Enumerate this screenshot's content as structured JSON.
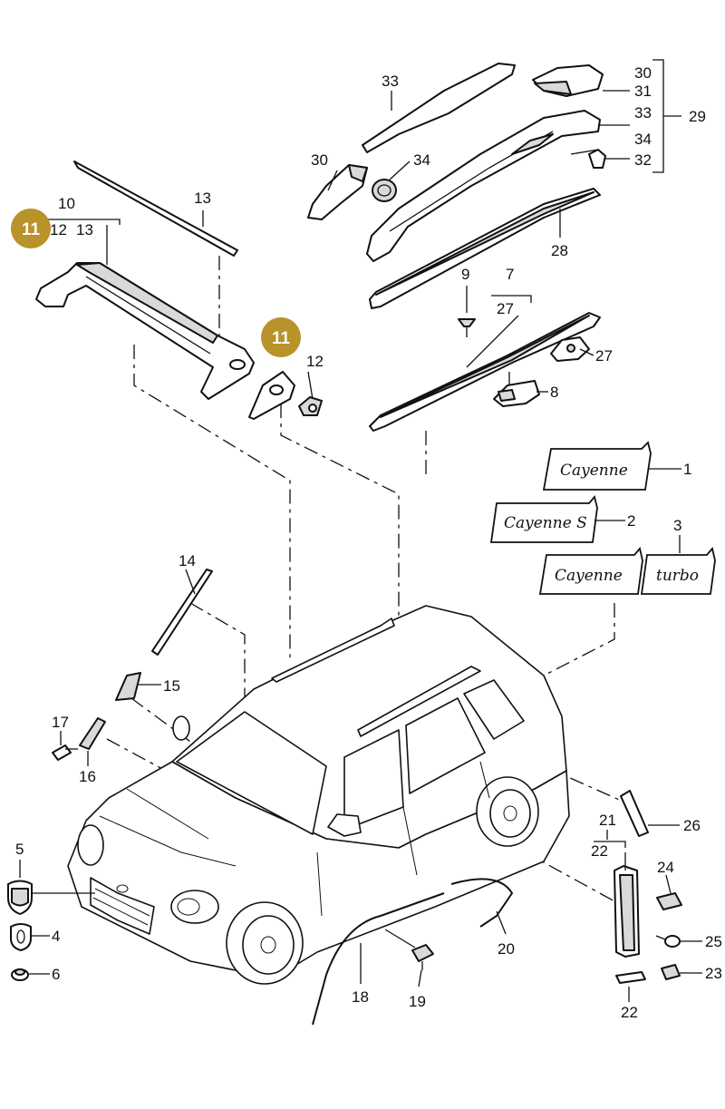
{
  "badges": [
    "11",
    "11"
  ],
  "emblem_scripts": {
    "cayenne": "Cayenne",
    "cayenne_s": "Cayenne S",
    "turbo_prefix": "Cayenne",
    "turbo": "turbo"
  },
  "callouts": {
    "c1": "1",
    "c2": "2",
    "c3": "3",
    "c4": "4",
    "c5": "5",
    "c6": "6",
    "c7": "7",
    "c8": "8",
    "c9": "9",
    "c10": "10",
    "c12a": "12",
    "c12b": "12",
    "c13a": "13",
    "c13b": "13",
    "c14": "14",
    "c15": "15",
    "c16": "16",
    "c17": "17",
    "c18": "18",
    "c19": "19",
    "c20": "20",
    "c21": "21",
    "c22a": "22",
    "c22b": "22",
    "c23": "23",
    "c24": "24",
    "c25": "25",
    "c26": "26",
    "c27a": "27",
    "c27b": "27",
    "c28": "28",
    "c29": "29",
    "c30a": "30",
    "c30b": "30",
    "c31": "31",
    "c32": "32",
    "c33a": "33",
    "c33b": "33",
    "c34a": "34",
    "c34b": "34"
  },
  "colors": {
    "badge": "#b8922a",
    "line": "#111111"
  }
}
